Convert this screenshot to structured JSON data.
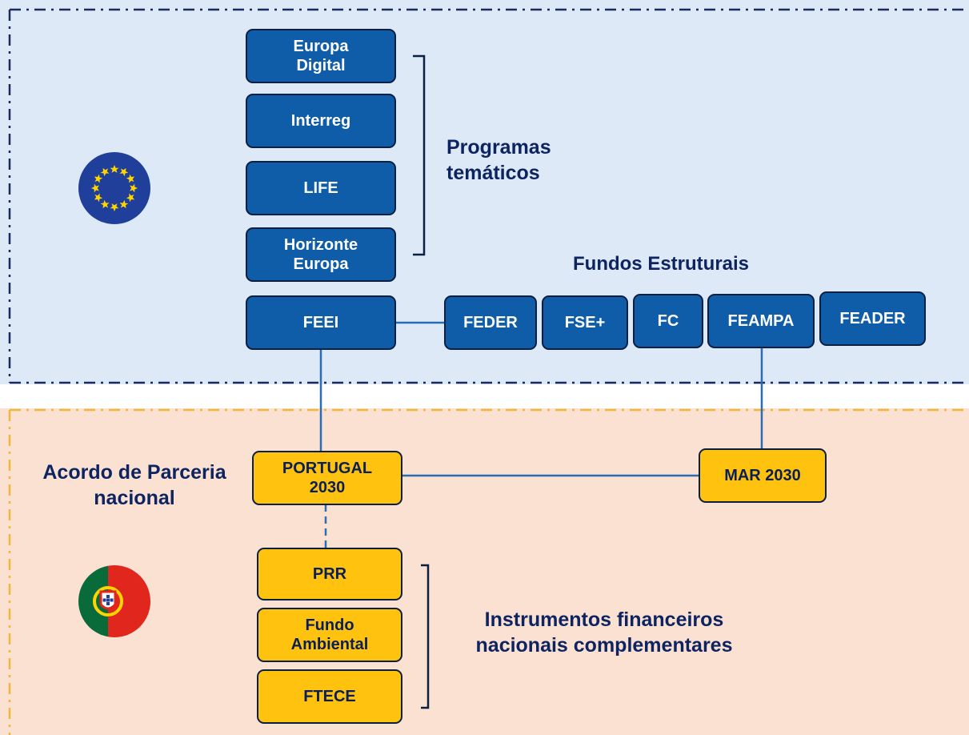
{
  "eu_section": {
    "thematic_programs": [
      "Europa\nDigital",
      "Interreg",
      "LIFE",
      "Horizonte\nEuropa"
    ],
    "thematic_label": "Programas\ntemáticos",
    "feei": "FEEI",
    "structural_label": "Fundos Estruturais",
    "structural_funds": [
      "FEDER",
      "FSE+",
      "FC",
      "FEAMPA",
      "FEADER"
    ]
  },
  "pt_section": {
    "partnership_label": "Acordo de Parceria\nnacional",
    "portugal2030": "PORTUGAL\n2030",
    "mar2030": "MAR 2030",
    "instruments": [
      "PRR",
      "Fundo\nAmbiental",
      "FTECE"
    ],
    "instruments_label": "Instrumentos financeiros\nnacionais complementares"
  },
  "colors": {
    "eu_bg": "#dde9f7",
    "pt_bg": "#fbe1d2",
    "eu_box": "#0f5ca8",
    "pt_box": "#ffc20e",
    "label_text": "#0d2461",
    "connector": "#2a6db5",
    "eu_dash": "#1a2a5e",
    "pt_dash": "#f2b63a"
  },
  "icons": {
    "eu": "eu-flag-icon",
    "pt": "portugal-flag-icon"
  }
}
